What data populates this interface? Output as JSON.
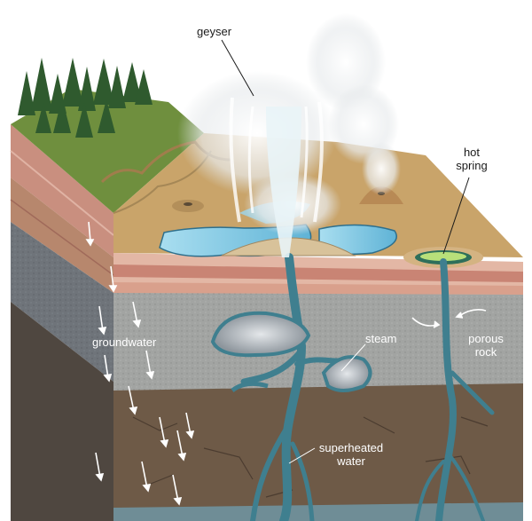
{
  "diagram": {
    "labels": {
      "geyser": "geyser",
      "hot_spring_1": "hot",
      "hot_spring_2": "spring",
      "groundwater": "groundwater",
      "steam": "steam",
      "porous_rock_1": "porous",
      "porous_rock_2": "rock",
      "superheated_water_1": "superheated",
      "superheated_water_2": "water"
    },
    "colors": {
      "soil_tan": "#c9a46a",
      "grass_green": "#6f8f3e",
      "pool_blue": "#7fc6e0",
      "conduit_teal": "#3f7f8f",
      "gray_rock": "#9a9c9a",
      "brown_rock": "#6e5a47",
      "pink_band": "#d79c8a",
      "spring_green": "#b8e07a"
    }
  }
}
